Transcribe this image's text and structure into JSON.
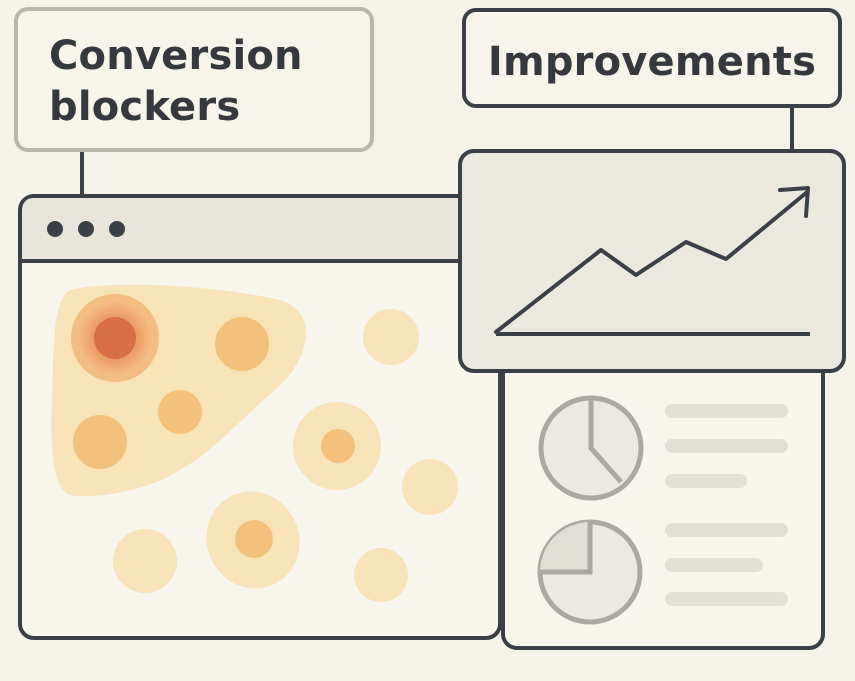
{
  "labels": {
    "conversion_blockers": [
      "Conversion",
      "blockers"
    ],
    "improvements": "Improvements"
  },
  "icons": {
    "browser_window": "browser-window-icon",
    "heatmap": "heatmap-icon",
    "line_chart": "trend-line-chart-icon",
    "arrow": "upward-arrow-icon",
    "pie_charts": "pie-chart-icon",
    "text_lines": "text-line-icon"
  },
  "colors": {
    "background": "#f5f2e9",
    "outline_dark": "#3b4046",
    "outline_light": "#b9b6ab",
    "panel_fill": "#ebe9df",
    "heat_pale": "#f8e2b8",
    "heat_mid": "#f2c27c",
    "heat_hot": "#e58f58",
    "heat_core": "#d96d47",
    "pie_gray": "#a9a8a2",
    "text_line_gray": "#e1e0d7"
  }
}
